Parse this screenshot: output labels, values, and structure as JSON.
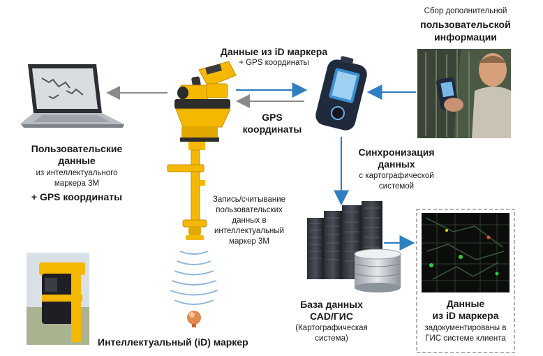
{
  "laptop_block": {
    "title_line1": "Пользовательские",
    "title_line2": "данные",
    "sub_line1": "из интеллектуального",
    "sub_line2": "маркера 3М",
    "gps_line": "+ GPS координаты"
  },
  "top_center": {
    "title": "Данные из iD маркера",
    "sub": "+ GPS координаты"
  },
  "gps_block": {
    "line1": "GPS",
    "line2": "координаты"
  },
  "field_info": {
    "line1": "Сбор дополнительной",
    "line2": "пользовательской",
    "line3": "информации"
  },
  "sync_block": {
    "title_line1": "Синхронизация",
    "title_line2": "данных",
    "sub_line1": "с картографической",
    "sub_line2": "системой"
  },
  "write_block": {
    "line1": "Запись/считывание",
    "line2": "пользовательских",
    "line3": "данных в",
    "line4": "интеллектуальный",
    "line5": "маркер 3М"
  },
  "marker_label": "Интеллектуальный (iD) маркер",
  "database_block": {
    "title_line1": "База данных",
    "title_line2": "САD/ГИС",
    "sub_line1": "(Картографическая",
    "sub_line2": "система)"
  },
  "gis_block": {
    "title_line1": "Данные",
    "title_line2": "из iD маркера",
    "sub_line1": "задокументированы в",
    "sub_line2": "ГИС  системе клиента"
  },
  "colors": {
    "locator_yellow": "#f5b800",
    "arrow_blue": "#2f7fc1",
    "arrow_gray": "#8a8a8a",
    "signal_wave": "#8fb7d9"
  }
}
